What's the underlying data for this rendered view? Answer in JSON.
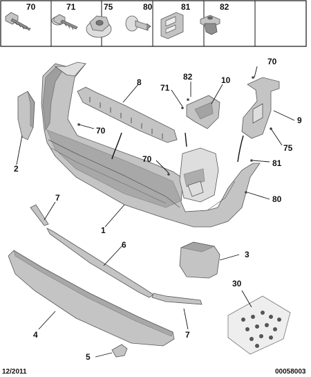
{
  "header_parts": [
    {
      "number": "70",
      "icon": "screw-icon"
    },
    {
      "number": "71",
      "icon": "screw-collar-icon"
    },
    {
      "number": "75",
      "icon": "nut-icon"
    },
    {
      "number": "80",
      "icon": "push-rivet-icon"
    },
    {
      "number": "81",
      "icon": "bracket-clip-icon"
    },
    {
      "number": "82",
      "icon": "expansion-nut-icon"
    }
  ],
  "callouts": [
    {
      "id": "c8",
      "label": "8"
    },
    {
      "id": "c70a",
      "label": "70"
    },
    {
      "id": "c82",
      "label": "82"
    },
    {
      "id": "c71",
      "label": "71"
    },
    {
      "id": "c10",
      "label": "10"
    },
    {
      "id": "c70b",
      "label": "70"
    },
    {
      "id": "c9",
      "label": "9"
    },
    {
      "id": "c75",
      "label": "75"
    },
    {
      "id": "c2",
      "label": "2"
    },
    {
      "id": "c70c",
      "label": "70"
    },
    {
      "id": "c81",
      "label": "81"
    },
    {
      "id": "c80",
      "label": "80"
    },
    {
      "id": "c7a",
      "label": "7"
    },
    {
      "id": "c1",
      "label": "1"
    },
    {
      "id": "c6",
      "label": "6"
    },
    {
      "id": "c3",
      "label": "3"
    },
    {
      "id": "c30",
      "label": "30"
    },
    {
      "id": "c4",
      "label": "4"
    },
    {
      "id": "c7b",
      "label": "7"
    },
    {
      "id": "c5",
      "label": "5"
    }
  ],
  "footer": {
    "date": "12/2011",
    "reference": "00058003"
  },
  "colors": {
    "part_fill": "#c4c4c4",
    "part_dark": "#8e8e8e",
    "line": "#111111"
  }
}
